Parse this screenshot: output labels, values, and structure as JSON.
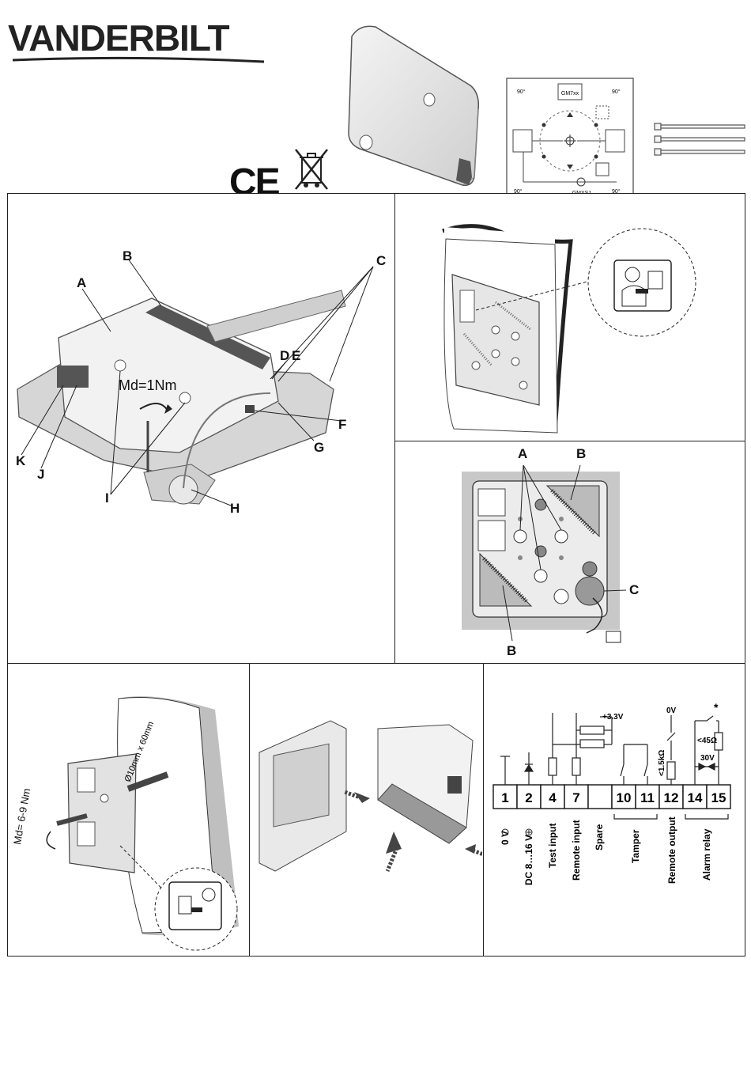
{
  "brand": "VANDERBILT",
  "marks": {
    "ce": "CE",
    "weee": "weee-bin-icon"
  },
  "panel1": {
    "labels": [
      "A",
      "B",
      "C",
      "D",
      "E",
      "F",
      "G",
      "H",
      "I",
      "J",
      "K"
    ],
    "torque": "Md=1Nm"
  },
  "panel3": {
    "labels": [
      "A",
      "B",
      "C",
      "B"
    ]
  },
  "panel4": {
    "drill": "Ø10mm x 60mm",
    "torque": "Md= 6-9 Nm"
  },
  "topdiagram": {
    "top": "GM7xx",
    "bottom": "GMXS1",
    "angle": "90°"
  },
  "wiring": {
    "terminals": [
      {
        "num": "1",
        "label": "0 V",
        "symbol": "○"
      },
      {
        "num": "2",
        "label": "DC 8…16 V",
        "symbol": "⊕"
      },
      {
        "num": "4",
        "label": "Test input",
        "symbol": ""
      },
      {
        "num": "7",
        "label": "Remote input",
        "symbol": ""
      },
      {
        "num": "",
        "label": "Spare",
        "symbol": ""
      },
      {
        "num": "10",
        "label": "",
        "symbol": ""
      },
      {
        "num": "11",
        "label": "",
        "symbol": ""
      },
      {
        "num": "12",
        "label": "Remote output",
        "symbol": ""
      },
      {
        "num": "14",
        "label": "",
        "symbol": ""
      },
      {
        "num": "15",
        "label": "",
        "symbol": ""
      }
    ],
    "group_tamper": "Tamper",
    "group_alarm": "Alarm relay",
    "supply": "+3.3V",
    "zero": "0V",
    "res1": "<1.5kΩ",
    "res2": "<45Ω",
    "volt": "30V",
    "asterisk": "*"
  }
}
